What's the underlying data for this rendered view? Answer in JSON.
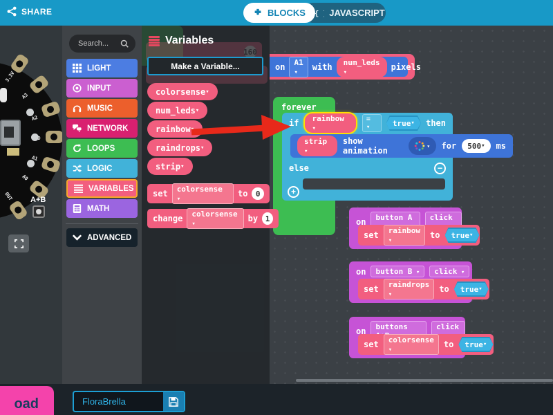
{
  "header": {
    "share_label": "SHARE",
    "blocks_tab": "BLOCKS",
    "javascript_tab": "JAVASCRIPT"
  },
  "simulator": {
    "pin_labels": [
      "3.3V",
      "A3",
      "A2",
      "GND",
      "A1",
      "A0",
      "OUT"
    ],
    "ab_button_label": "A+B"
  },
  "toolbox": {
    "search_placeholder": "Search...",
    "categories": [
      {
        "label": "LIGHT",
        "color": "#4c7de2"
      },
      {
        "label": "INPUT",
        "color": "#cb5fd0"
      },
      {
        "label": "MUSIC",
        "color": "#ec5f2c"
      },
      {
        "label": "NETWORK",
        "color": "#d92070"
      },
      {
        "label": "LOOPS",
        "color": "#3dbd52"
      },
      {
        "label": "LOGIC",
        "color": "#41b2d9"
      },
      {
        "label": "VARIABLES",
        "color": "#f25e7f",
        "selected": true
      },
      {
        "label": "MATH",
        "color": "#9b65e0"
      }
    ],
    "advanced_label": "ADVANCED"
  },
  "flyout": {
    "title": "Variables",
    "make_variable_label": "Make a Variable...",
    "pills": [
      "colorsense",
      "num_leds",
      "rainbow",
      "raindrops",
      "strip"
    ],
    "set_block": {
      "kw": "set",
      "var": "colorsense",
      "to": "to",
      "value": "0"
    },
    "change_block": {
      "kw": "change",
      "var": "colorsense",
      "by": "by",
      "value": "1"
    },
    "ghost_block": {
      "value": "160"
    }
  },
  "workspace": {
    "strip_fragment": {
      "on": "on",
      "pin": "A1",
      "with": "with",
      "var": "num_leds",
      "pixels": "pixels"
    },
    "forever": {
      "label": "forever"
    },
    "if_block": {
      "if": "if",
      "var": "rainbow",
      "op": "=",
      "value": "true",
      "then": "then",
      "else": "else",
      "collapse": "−",
      "expand": "+"
    },
    "animation": {
      "var": "strip",
      "label": "show animation",
      "for": "for",
      "duration": "500",
      "ms": "ms"
    },
    "events": [
      {
        "on": "on",
        "button": "button A",
        "event": "click",
        "set": "set",
        "var": "rainbow",
        "to": "to",
        "value": "true"
      },
      {
        "on": "on",
        "button": "button B",
        "event": "click",
        "set": "set",
        "var": "raindrops",
        "to": "to",
        "value": "true"
      },
      {
        "on": "on",
        "button": "buttons A+B",
        "event": "click",
        "set": "set",
        "var": "colorsense",
        "to": "to",
        "value": "true"
      }
    ]
  },
  "footer": {
    "download_label": "oad",
    "project_name": "FloraBrella"
  },
  "colors": {
    "topbar": "#1899c7",
    "variables_red": "#f25e7f",
    "loops_green": "#3dbd52",
    "logic_cyan": "#41b2d9",
    "light_blue": "#3e74d8",
    "input_purple": "#c653d6",
    "true_cyan": "#3cb4e4",
    "highlight_yellow": "#ffe000",
    "arrow_red": "#e8291a",
    "download_pink": "#f443ab"
  }
}
